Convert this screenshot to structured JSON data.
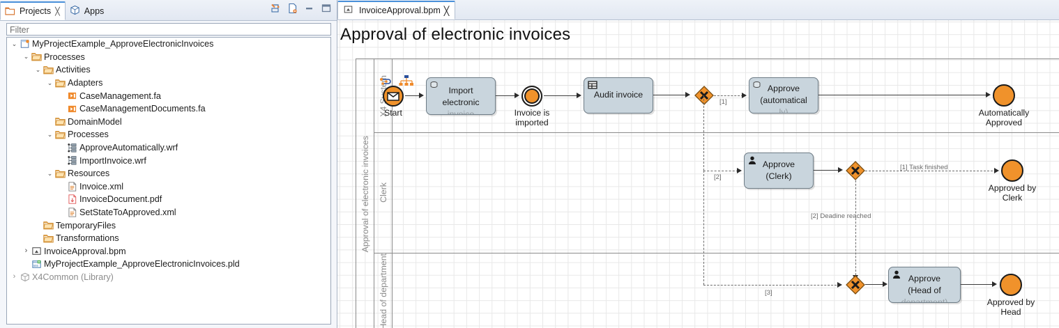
{
  "left_panel": {
    "tabs": [
      {
        "label": "Projects",
        "icon": "projects-icon",
        "active": true,
        "close": "╳"
      },
      {
        "label": "Apps",
        "icon": "apps-icon",
        "active": false
      }
    ],
    "toolbar_icons": [
      "link-with-editor-icon",
      "collapse-all-icon",
      "minimize-icon",
      "maximize-icon"
    ],
    "filter": {
      "placeholder": "Filter",
      "value": ""
    },
    "tree": [
      {
        "level": 0,
        "arrow": "⌄",
        "icon": "project-icon",
        "label": "MyProjectExample_ApproveElectronicInvoices",
        "dim": false
      },
      {
        "level": 1,
        "arrow": "⌄",
        "icon": "folder-icon",
        "label": "Processes",
        "dim": false
      },
      {
        "level": 2,
        "arrow": "⌄",
        "icon": "folder-icon",
        "label": "Activities",
        "dim": false
      },
      {
        "level": 3,
        "arrow": "⌄",
        "icon": "folder-icon",
        "label": "Adapters",
        "dim": false
      },
      {
        "level": 4,
        "arrow": "",
        "icon": "adapter-icon",
        "label": "CaseManagement.fa",
        "dim": false
      },
      {
        "level": 4,
        "arrow": "",
        "icon": "adapter-icon",
        "label": "CaseManagementDocuments.fa",
        "dim": false
      },
      {
        "level": 3,
        "arrow": "",
        "icon": "folder-icon",
        "label": "DomainModel",
        "dim": false
      },
      {
        "level": 3,
        "arrow": "⌄",
        "icon": "folder-icon",
        "label": "Processes",
        "dim": false
      },
      {
        "level": 4,
        "arrow": "",
        "icon": "workflow-icon",
        "label": "ApproveAutomatically.wrf",
        "dim": false
      },
      {
        "level": 4,
        "arrow": "",
        "icon": "workflow-icon",
        "label": "ImportInvoice.wrf",
        "dim": false
      },
      {
        "level": 3,
        "arrow": "⌄",
        "icon": "folder-icon",
        "label": "Resources",
        "dim": false
      },
      {
        "level": 4,
        "arrow": "",
        "icon": "xml-file-icon",
        "label": "Invoice.xml",
        "dim": false
      },
      {
        "level": 4,
        "arrow": "",
        "icon": "pdf-file-icon",
        "label": "InvoiceDocument.pdf",
        "dim": false
      },
      {
        "level": 4,
        "arrow": "",
        "icon": "xml-file-icon",
        "label": "SetStateToApproved.xml",
        "dim": false
      },
      {
        "level": 2,
        "arrow": "",
        "icon": "folder-icon",
        "label": "TemporaryFiles",
        "dim": false
      },
      {
        "level": 2,
        "arrow": "",
        "icon": "folder-icon",
        "label": "Transformations",
        "dim": false
      },
      {
        "level": 1,
        "arrow": "›",
        "icon": "bpm-file-icon",
        "label": "InvoiceApproval.bpm",
        "dim": false
      },
      {
        "level": 1,
        "arrow": "",
        "icon": "pld-file-icon",
        "label": "MyProjectExample_ApproveElectronicInvoices.pld",
        "dim": false
      },
      {
        "level": 0,
        "arrow": "›",
        "icon": "library-icon",
        "label": "X4Common (Library)",
        "dim": true
      }
    ]
  },
  "editor": {
    "tab": {
      "label": "InvoiceApproval.bpm",
      "icon": "bpm-file-icon",
      "close": "╳"
    },
    "diagram_title": "Approval of electronic invoices",
    "pool_label": "Approval of electronic invoices",
    "lanes": [
      {
        "label": "X4 System"
      },
      {
        "label": "Clerk"
      },
      {
        "label": "Head of department"
      }
    ],
    "nodes": [
      {
        "id": "start",
        "type": "start-event",
        "label": "Start",
        "sublabel": ""
      },
      {
        "id": "import",
        "type": "task",
        "label": "Import\nelectronic\ninvoice",
        "icon": "service-task-icon"
      },
      {
        "id": "invoice-imported",
        "type": "intermediate-event",
        "label": "Invoice is\nimported"
      },
      {
        "id": "audit",
        "type": "task",
        "label": "Audit invoice",
        "icon": "form-task-icon"
      },
      {
        "id": "gw1",
        "type": "exclusive-gateway",
        "label": ""
      },
      {
        "id": "approve-auto",
        "type": "task",
        "label": "Approve\n(automatical\nly)",
        "icon": "service-task-icon"
      },
      {
        "id": "end-auto",
        "type": "end-event",
        "label": "Automatically\nApproved"
      },
      {
        "id": "approve-clerk",
        "type": "task",
        "label": "Approve\n(Clerk)",
        "icon": "user-task-icon"
      },
      {
        "id": "gw2",
        "type": "exclusive-gateway",
        "label": ""
      },
      {
        "id": "end-clerk",
        "type": "end-event",
        "label": "Approved by\nClerk"
      },
      {
        "id": "gw3",
        "type": "exclusive-gateway",
        "label": ""
      },
      {
        "id": "approve-head",
        "type": "task",
        "label": "Approve\n(Head of\ndepartment)",
        "icon": "user-task-icon"
      },
      {
        "id": "end-head",
        "type": "end-event",
        "label": "Approved by\nHead"
      }
    ],
    "flow_labels": {
      "f1": "[1]",
      "f2": "[2]",
      "f3": "[3]",
      "task_finished": "[1] Task finished",
      "deadline_reached": "[2] Deadine reached"
    },
    "colors": {
      "event_fill": "#F0922B",
      "task_fill": "#C9D5DD",
      "gateway_fill": "#F0922B",
      "lane_border": "#8a8a8a",
      "tab_accent": "#4a90d9"
    }
  }
}
